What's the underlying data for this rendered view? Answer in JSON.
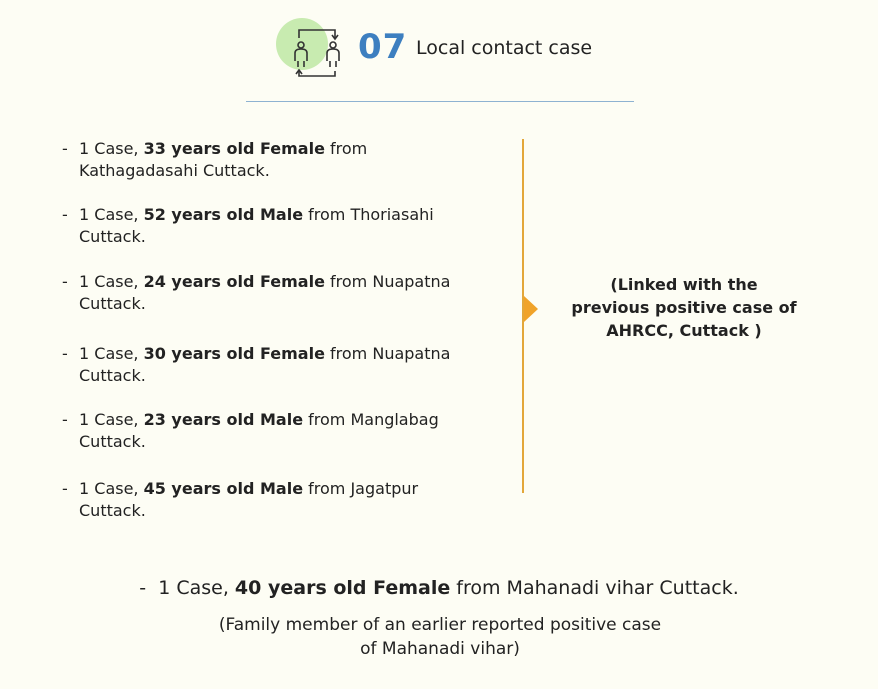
{
  "header": {
    "number": "07",
    "title": "Local contact case",
    "icon": "contact-tracing-icon",
    "icon_accent": "#c8ebb0"
  },
  "cases": [
    {
      "prefix": "1 Case, ",
      "bold": "33 years old Female",
      "suffix": " from Kathagadasahi Cuttack."
    },
    {
      "prefix": "1 Case, ",
      "bold": "52 years old Male",
      "suffix": " from Thoriasahi Cuttack."
    },
    {
      "prefix": "1 Case, ",
      "bold": "24 years old Female",
      "suffix": " from Nuapatna Cuttack."
    },
    {
      "prefix": "1 Case, ",
      "bold": "30 years old Female",
      "suffix": " from Nuapatna Cuttack."
    },
    {
      "prefix": "1 Case, ",
      "bold": "23 years old Male",
      "suffix": " from Manglabag Cuttack."
    },
    {
      "prefix": "1 Case, ",
      "bold": "45 years old Male",
      "suffix": " from Jagatpur Cuttack."
    }
  ],
  "linked_note": {
    "line1": "(Linked with the",
    "line2": "previous positive case of",
    "line3": "AHRCC, Cuttack )"
  },
  "bottom_case": {
    "dash": "-",
    "prefix": "1 Case, ",
    "bold": "40 years old Female",
    "suffix": " from Mahanadi vihar Cuttack."
  },
  "bottom_note": {
    "line1": "(Family member of an earlier reported positive case",
    "line2": "of Mahanadi vihar)"
  },
  "colors": {
    "number": "#3d7fc0",
    "divider": "#8eb2d1",
    "timeline": "#e3a73a",
    "arrow": "#f0a32a"
  }
}
